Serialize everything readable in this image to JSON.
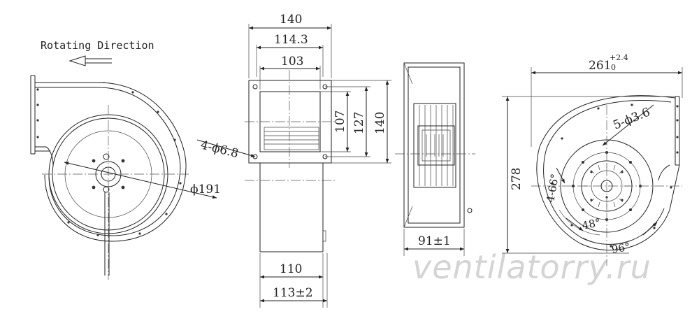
{
  "caption": {
    "rotating_direction": "Rotating Direction"
  },
  "front_view": {
    "dia_outer": "ϕ191",
    "holes": "4-ϕ6.8"
  },
  "side_view": {
    "width_140": "140",
    "width_114_3": "114.3",
    "width_103": "103",
    "height_107": "107",
    "height_127": "127",
    "height_140": "140",
    "bottom_110": "110",
    "bottom_113": "113±2"
  },
  "blower_view": {
    "depth": "91±1"
  },
  "rear_view": {
    "width_261": "261",
    "width_261_tol_upper": "+2.4",
    "width_261_tol_lower": "0",
    "height_278": "278",
    "holes_5": "5-ϕ3.6",
    "holes_4": "4-66°",
    "angle_48": "48°",
    "angle_96": "96°"
  },
  "watermark": "ventilatorry.ru"
}
